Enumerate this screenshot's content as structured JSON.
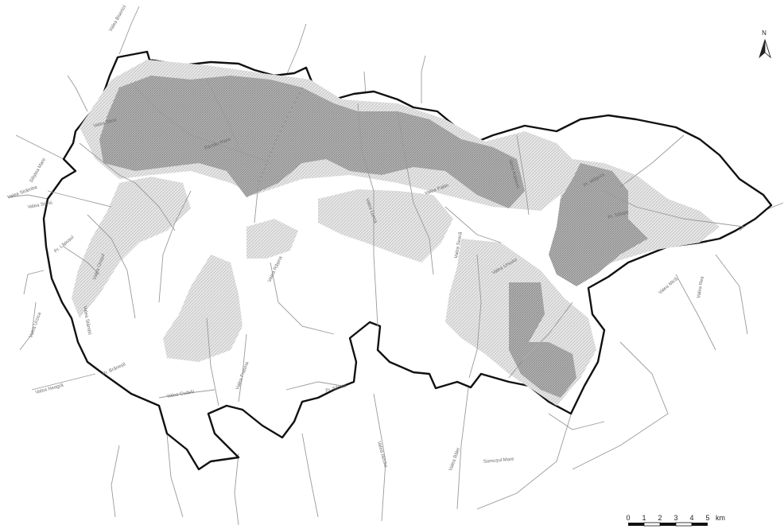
{
  "map": {
    "north_label": "N",
    "scale": {
      "ticks": [
        "0",
        "1",
        "2",
        "3",
        "4",
        "5"
      ],
      "unit": "km"
    },
    "river_labels": [
      "Valea Bisericii",
      "Siliștea Mare",
      "Valea Strâmba",
      "Valea Stânii",
      "Valea Stinii",
      "Bârsău Mare",
      "Valea Orașul",
      "Pr. Lăpușul",
      "Valea Stâmbii",
      "Valea Urzica",
      "Valea Neagră",
      "Pr. Brănești",
      "Valea Cudelii",
      "Valea Frasina",
      "Valea Rășina",
      "Valea Lunca",
      "Valea Paltin",
      "Valea Seacă",
      "Valea Ursului",
      "Valea Ardeleni",
      "Pr. Măgura",
      "Pr. Săliște",
      "Somușul Mare",
      "Valea Bâlei",
      "Valea Iazului",
      "Pr. Sărata",
      "Valea Mică",
      "Valea Rea"
    ]
  }
}
